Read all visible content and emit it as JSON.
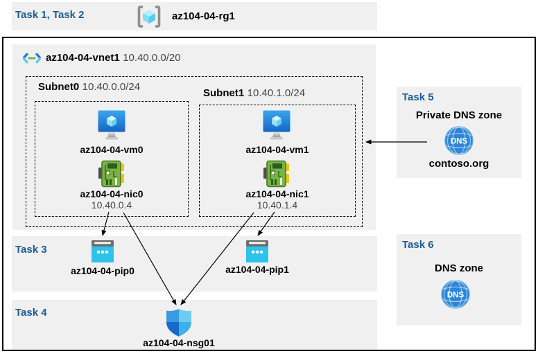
{
  "colors": {
    "task_label_blue": "#1b5c98",
    "panel_bg": "#f0f0f0",
    "dns_globe_blue": "#2e86d8",
    "vm_blue": "#1d6fc9",
    "nic_green": "#79b346",
    "pip_cyan": "#2cc2ec",
    "nsg_blue": "#3a9ae4"
  },
  "top": {
    "tasks_label": "Task 1, Task 2",
    "resource_group": "az104-04-rg1"
  },
  "vnet": {
    "name": "az104-04-vnet1",
    "cidr": "10.40.0.0/20",
    "subnets": [
      {
        "name": "Subnet0",
        "cidr": "10.40.0.0/24",
        "vm": "az104-04-vm0",
        "nic": "az104-04-nic0",
        "nic_ip": "10.40.0.4"
      },
      {
        "name": "Subnet1",
        "cidr": "10.40.1.0/24",
        "vm": "az104-04-vm1",
        "nic": "az104-04-nic1",
        "nic_ip": "10.40.1.4"
      }
    ]
  },
  "task3": {
    "label": "Task 3",
    "pip0": "az104-04-pip0",
    "pip1": "az104-04-pip1"
  },
  "task4": {
    "label": "Task 4",
    "nsg": "az104-04-nsg01"
  },
  "task5": {
    "label": "Task 5",
    "title": "Private DNS zone",
    "zone_name": "contoso.org"
  },
  "task6": {
    "label": "Task 6",
    "title": "DNS zone"
  },
  "icons": {
    "dns_badge_text": "DNS"
  }
}
